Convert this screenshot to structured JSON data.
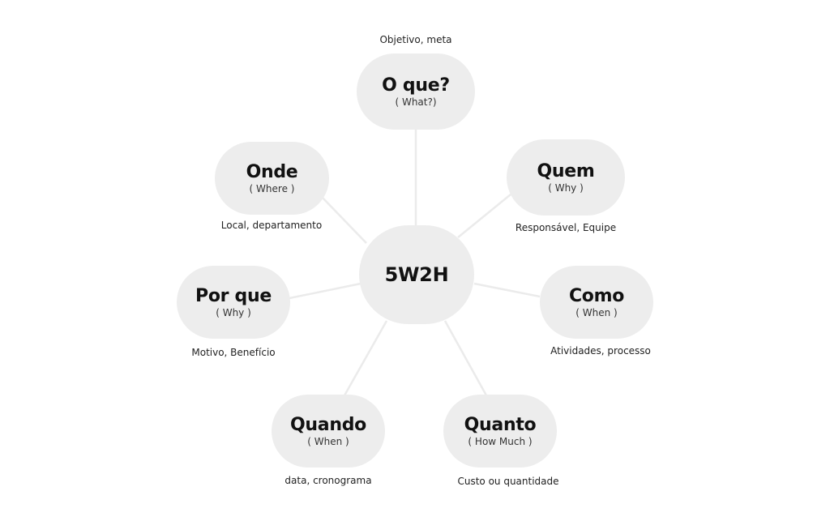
{
  "diagram": {
    "center": {
      "label": "5W2H"
    },
    "nodes": [
      {
        "id": "o-que",
        "title": "O que?",
        "subtitle": "( What?)",
        "caption": "Objetivo, meta"
      },
      {
        "id": "onde",
        "title": "Onde",
        "subtitle": "( Where )",
        "caption": "Local, departamento"
      },
      {
        "id": "quem",
        "title": "Quem",
        "subtitle": "( Why )",
        "caption": "Responsável, Equipe"
      },
      {
        "id": "por-que",
        "title": "Por que",
        "subtitle": "( Why )",
        "caption": "Motivo, Benefício"
      },
      {
        "id": "como",
        "title": "Como",
        "subtitle": "( When )",
        "caption": "Atividades, processo"
      },
      {
        "id": "quando",
        "title": "Quando",
        "subtitle": "( When )",
        "caption": "data, cronograma"
      },
      {
        "id": "quanto",
        "title": "Quanto",
        "subtitle": "( How Much )",
        "caption": "Custo ou quantidade"
      }
    ]
  },
  "colors": {
    "node_fill": "#ededed",
    "connector": "#ebebeb",
    "text": "#111111",
    "background": "#ffffff"
  }
}
